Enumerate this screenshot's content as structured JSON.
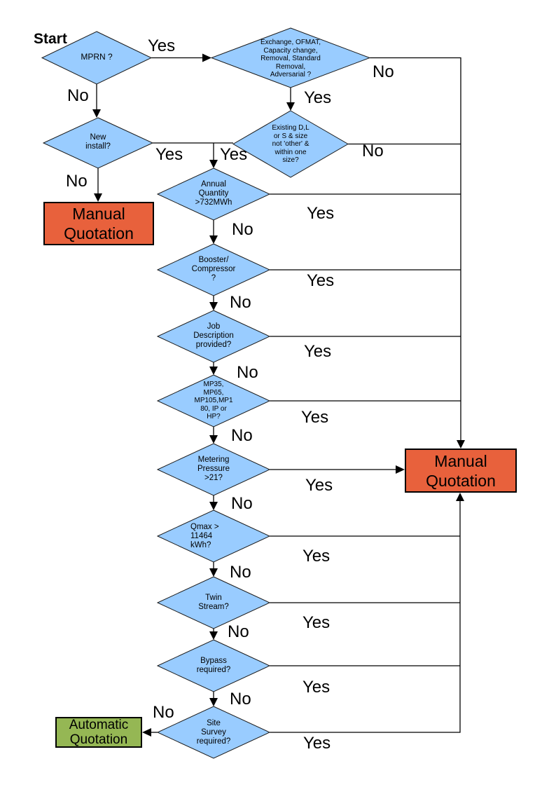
{
  "colors": {
    "background": "#FFFFFF",
    "diamond_fill": "#99CCFF",
    "diamond_stroke": "#1A1A1A",
    "manual_box_fill": "#E8613C",
    "auto_box_fill": "#95B754",
    "line": "#000000",
    "text": "#000000"
  },
  "start_label": "Start",
  "nodes": {
    "mprn": "MPRN ?",
    "exchange": "Exchange, OFMAT,\nCapacity change,\nRemoval, Standard\nRemoval,\nAdversarial ?",
    "new_install": "New\ninstall?",
    "existing": "Existing D,L\nor S & size\nnot 'other' &\nwithin one\nsize?",
    "annual_quantity": "Annual\nQuantity\n>732MWh",
    "booster": "Booster/\nCompressor\n?",
    "job_description": "Job\nDescription\nprovided?",
    "meter_type": "MP35,\nMP65,\nMP105,MP1\n80, IP or\nHP?",
    "metering_pressure": "Metering\nPressure\n>21?",
    "qmax": "Qmax >\n11464\nkWh?",
    "twin_stream": "Twin\nStream?",
    "bypass": "Bypass\nrequired?",
    "site_survey": "Site\nSurvey\nrequired?",
    "manual_quotation_left": "Manual\nQuotation",
    "manual_quotation_right": "Manual\nQuotation",
    "automatic_quotation": "Automatic\nQuotation"
  },
  "edge_labels": {
    "mprn_yes": "Yes",
    "mprn_no": "No",
    "exchange_yes": "Yes",
    "exchange_no": "No",
    "new_install_yes": "Yes",
    "new_install_no": "No",
    "existing_yes": "Yes",
    "existing_no": "No",
    "annual_yes": "Yes",
    "annual_no": "No",
    "booster_yes": "Yes",
    "booster_no": "No",
    "job_yes": "Yes",
    "job_no": "No",
    "meter_type_yes": "Yes",
    "meter_type_no": "No",
    "metering_yes": "Yes",
    "metering_no": "No",
    "qmax_yes": "Yes",
    "qmax_no": "No",
    "twin_yes": "Yes",
    "twin_no": "No",
    "bypass_yes": "Yes",
    "bypass_no": "No",
    "site_yes": "Yes",
    "site_no": "No"
  }
}
